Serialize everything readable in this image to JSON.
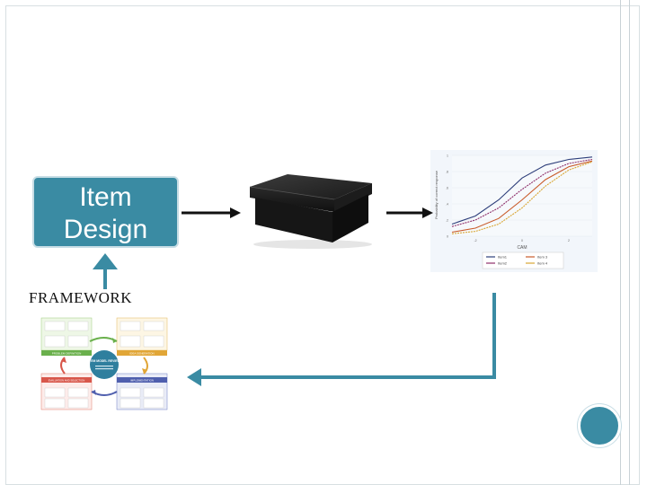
{
  "item_design": {
    "line1": "Item",
    "line2": "Design"
  },
  "framework": {
    "label": "FRAMEWORK"
  },
  "colors": {
    "accent": "#3a8ba3",
    "arrow": "#111111",
    "teal_arrow": "#3a8ba3"
  },
  "chart_thumbnail": {
    "ylabel": "Probability of correct response",
    "xlabel": "CAM",
    "y_ticks": [
      "1",
      ".8",
      ".6",
      ".4",
      ".2",
      "0"
    ],
    "x_ticks": [
      "-2",
      "0",
      "2"
    ],
    "legend": [
      "Item1",
      "Item2",
      "Item 3",
      "Item 4"
    ],
    "series_colors": [
      "#2d3e7a",
      "#8e2f6a",
      "#c95b2a",
      "#d9a633"
    ],
    "chart_data": {
      "type": "line",
      "xlabel": "CAM",
      "ylabel": "Probability of correct response",
      "xlim": [
        -3,
        3
      ],
      "ylim": [
        0,
        1
      ],
      "series": [
        {
          "name": "Item1",
          "x": [
            -3,
            -2,
            -1,
            0,
            1,
            2,
            3
          ],
          "values": [
            0.15,
            0.25,
            0.45,
            0.72,
            0.88,
            0.95,
            0.98
          ]
        },
        {
          "name": "Item2",
          "x": [
            -3,
            -2,
            -1,
            0,
            1,
            2,
            3
          ],
          "values": [
            0.12,
            0.2,
            0.35,
            0.58,
            0.78,
            0.9,
            0.95
          ]
        },
        {
          "name": "Item 3",
          "x": [
            -3,
            -2,
            -1,
            0,
            1,
            2,
            3
          ],
          "values": [
            0.05,
            0.1,
            0.22,
            0.45,
            0.7,
            0.86,
            0.93
          ]
        },
        {
          "name": "Item 4",
          "x": [
            -3,
            -2,
            -1,
            0,
            1,
            2,
            3
          ],
          "values": [
            0.03,
            0.06,
            0.15,
            0.35,
            0.62,
            0.82,
            0.92
          ]
        }
      ]
    }
  },
  "framework_diagram": {
    "center_title": "ITEM MODEL REVIEW",
    "stages": [
      "PROBLEM DEFINITION",
      "IDEA GENERATION",
      "EVALUATION AND SELECTION",
      "IMPLEMENTATION"
    ]
  }
}
